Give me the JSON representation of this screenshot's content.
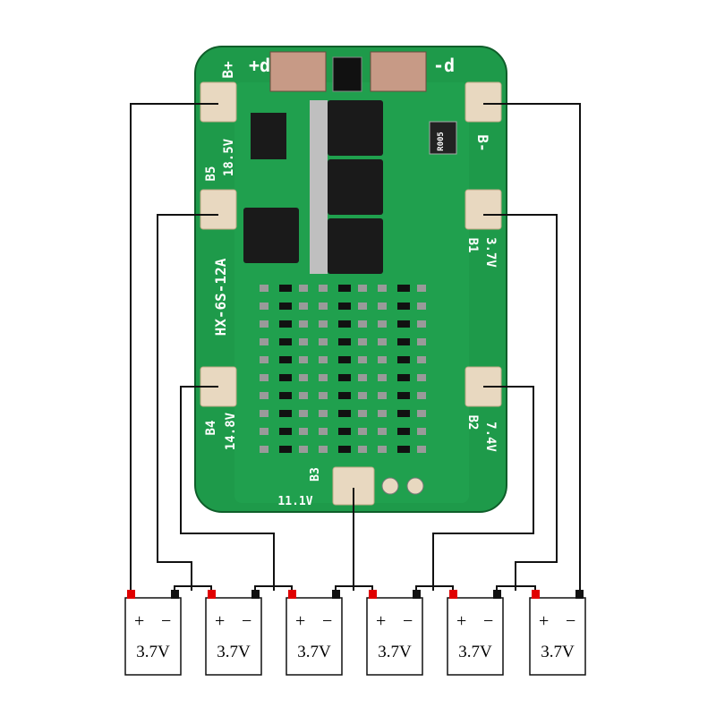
{
  "board": {
    "top_left_label": "B+",
    "top_left_sign": "+d",
    "top_right_sign": "-d",
    "top_right_label": "B-",
    "model": "HX-6S-12A",
    "resistor": "R005",
    "pads": {
      "b5": "B5",
      "b5_v": "18.5V",
      "b4": "B4",
      "b4_v": "14.8V",
      "b3": "B3",
      "b3_v": "11.1V",
      "b2": "B2",
      "b2_v": "7.4V",
      "b1": "B1",
      "b1_v": "3.7V"
    },
    "colors": {
      "pcb": "#1e9a4a",
      "pcb_dark": "#157a38",
      "pad": "#e8d8c0",
      "chip": "#1a1a1a",
      "wire": "#111111",
      "plus": "#e00000"
    }
  },
  "cells": [
    {
      "plus": "+",
      "minus": "−",
      "voltage": "3.7V"
    },
    {
      "plus": "+",
      "minus": "−",
      "voltage": "3.7V"
    },
    {
      "plus": "+",
      "minus": "−",
      "voltage": "3.7V"
    },
    {
      "plus": "+",
      "minus": "−",
      "voltage": "3.7V"
    },
    {
      "plus": "+",
      "minus": "−",
      "voltage": "3.7V"
    },
    {
      "plus": "+",
      "minus": "−",
      "voltage": "3.7V"
    }
  ]
}
